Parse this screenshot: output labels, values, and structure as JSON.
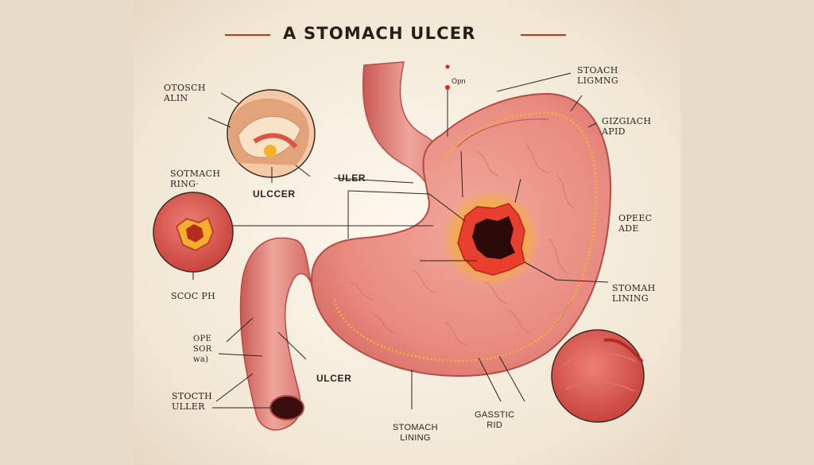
{
  "title": "A STOMACH ULCER",
  "labels": {
    "otosch": "OTOSCH\nALIN",
    "sotmach": "SOTMACH\nRING·",
    "scoc": "SCOC PH",
    "ope_sor": "OPE\nSOR\nwa)",
    "stocth": "STOCTH\nULLER",
    "ulcer_inset": "ULCCER",
    "uler": "ULER",
    "ulcer_bottom": "ULCER",
    "opn": "Opn",
    "stoach": "STOACH\nLIGMNG",
    "gizgiach": "GIZGIACH\nAPID",
    "opeec": "OPEEC\nADE",
    "stomah": "STOMAH\nLINING",
    "stomach_lining": "STOMACH\nLINING",
    "gasstic": "GASSTIC\nRID"
  },
  "colors": {
    "title_accent": "#e0271f",
    "stomach": "#e98f86",
    "ulcer_yellow": "#f3b52a",
    "ulcer_core": "#2a0b0a",
    "line": "#2b2320"
  }
}
